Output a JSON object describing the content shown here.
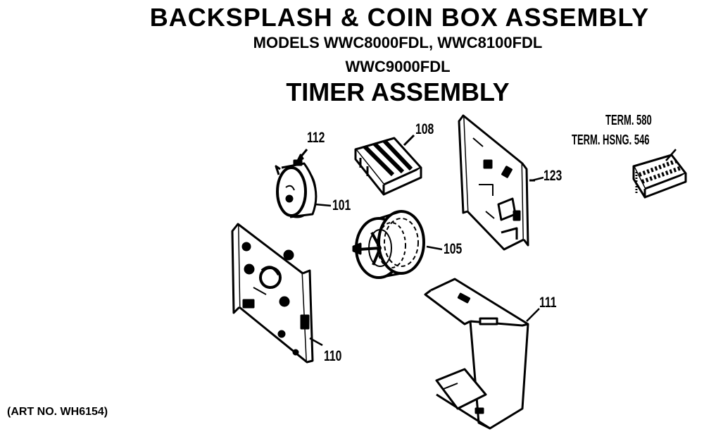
{
  "titles": {
    "main": "BACKSPLASH & COIN BOX ASSEMBLY",
    "models": "MODELS WWC8000FDL, WWC8100FDL",
    "model2": "WWC9000FDL",
    "sub": "TIMER ASSEMBLY"
  },
  "art_no": "(ART NO. WH6154)",
  "callouts": {
    "p112": "112",
    "p108": "108",
    "p101": "101",
    "p123": "123",
    "p105": "105",
    "p110": "110",
    "p111": "111"
  },
  "terminal": {
    "term": "TERM. 580",
    "housing": "TERM. HSNG. 546"
  }
}
